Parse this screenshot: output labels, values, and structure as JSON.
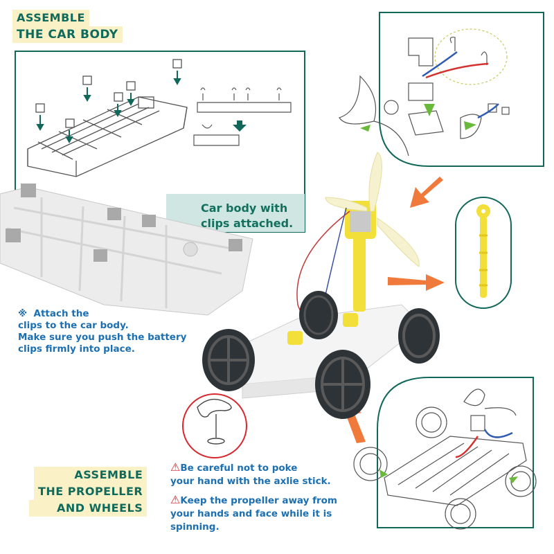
{
  "section_car_body": {
    "line1": "ASSEMBLE",
    "line2": "THE CAR BODY"
  },
  "car_body_caption": {
    "line1": "Car body with",
    "line2": "clips attached."
  },
  "attach_note": {
    "mark": "※",
    "line1": "Attach the",
    "line2": "clips to the car body.",
    "line3": "Make sure you push the battery",
    "line4": "clips firmly into place."
  },
  "section_propeller": {
    "line1": "ASSEMBLE",
    "line2": "THE PROPELLER",
    "line3": "AND WHEELS"
  },
  "warnings": [
    {
      "icon": "!",
      "line1": "Be careful not to poke",
      "line2": "your hand with the axlie stick."
    },
    {
      "icon": "!",
      "line1": "Keep the propeller away from",
      "line2": "your hands and face while it is",
      "line3": "spinning."
    }
  ],
  "colors": {
    "frame": "#11685a",
    "arrow": "#f07a3c",
    "text_blue": "#1b6fb2",
    "warning_red": "#d8262d",
    "highlight": "#fbf1c7"
  },
  "icons": [
    "warning-triangle-icon",
    "orange-arrow-icon",
    "propeller-illustration",
    "motor-illustration",
    "wheel-illustration"
  ]
}
